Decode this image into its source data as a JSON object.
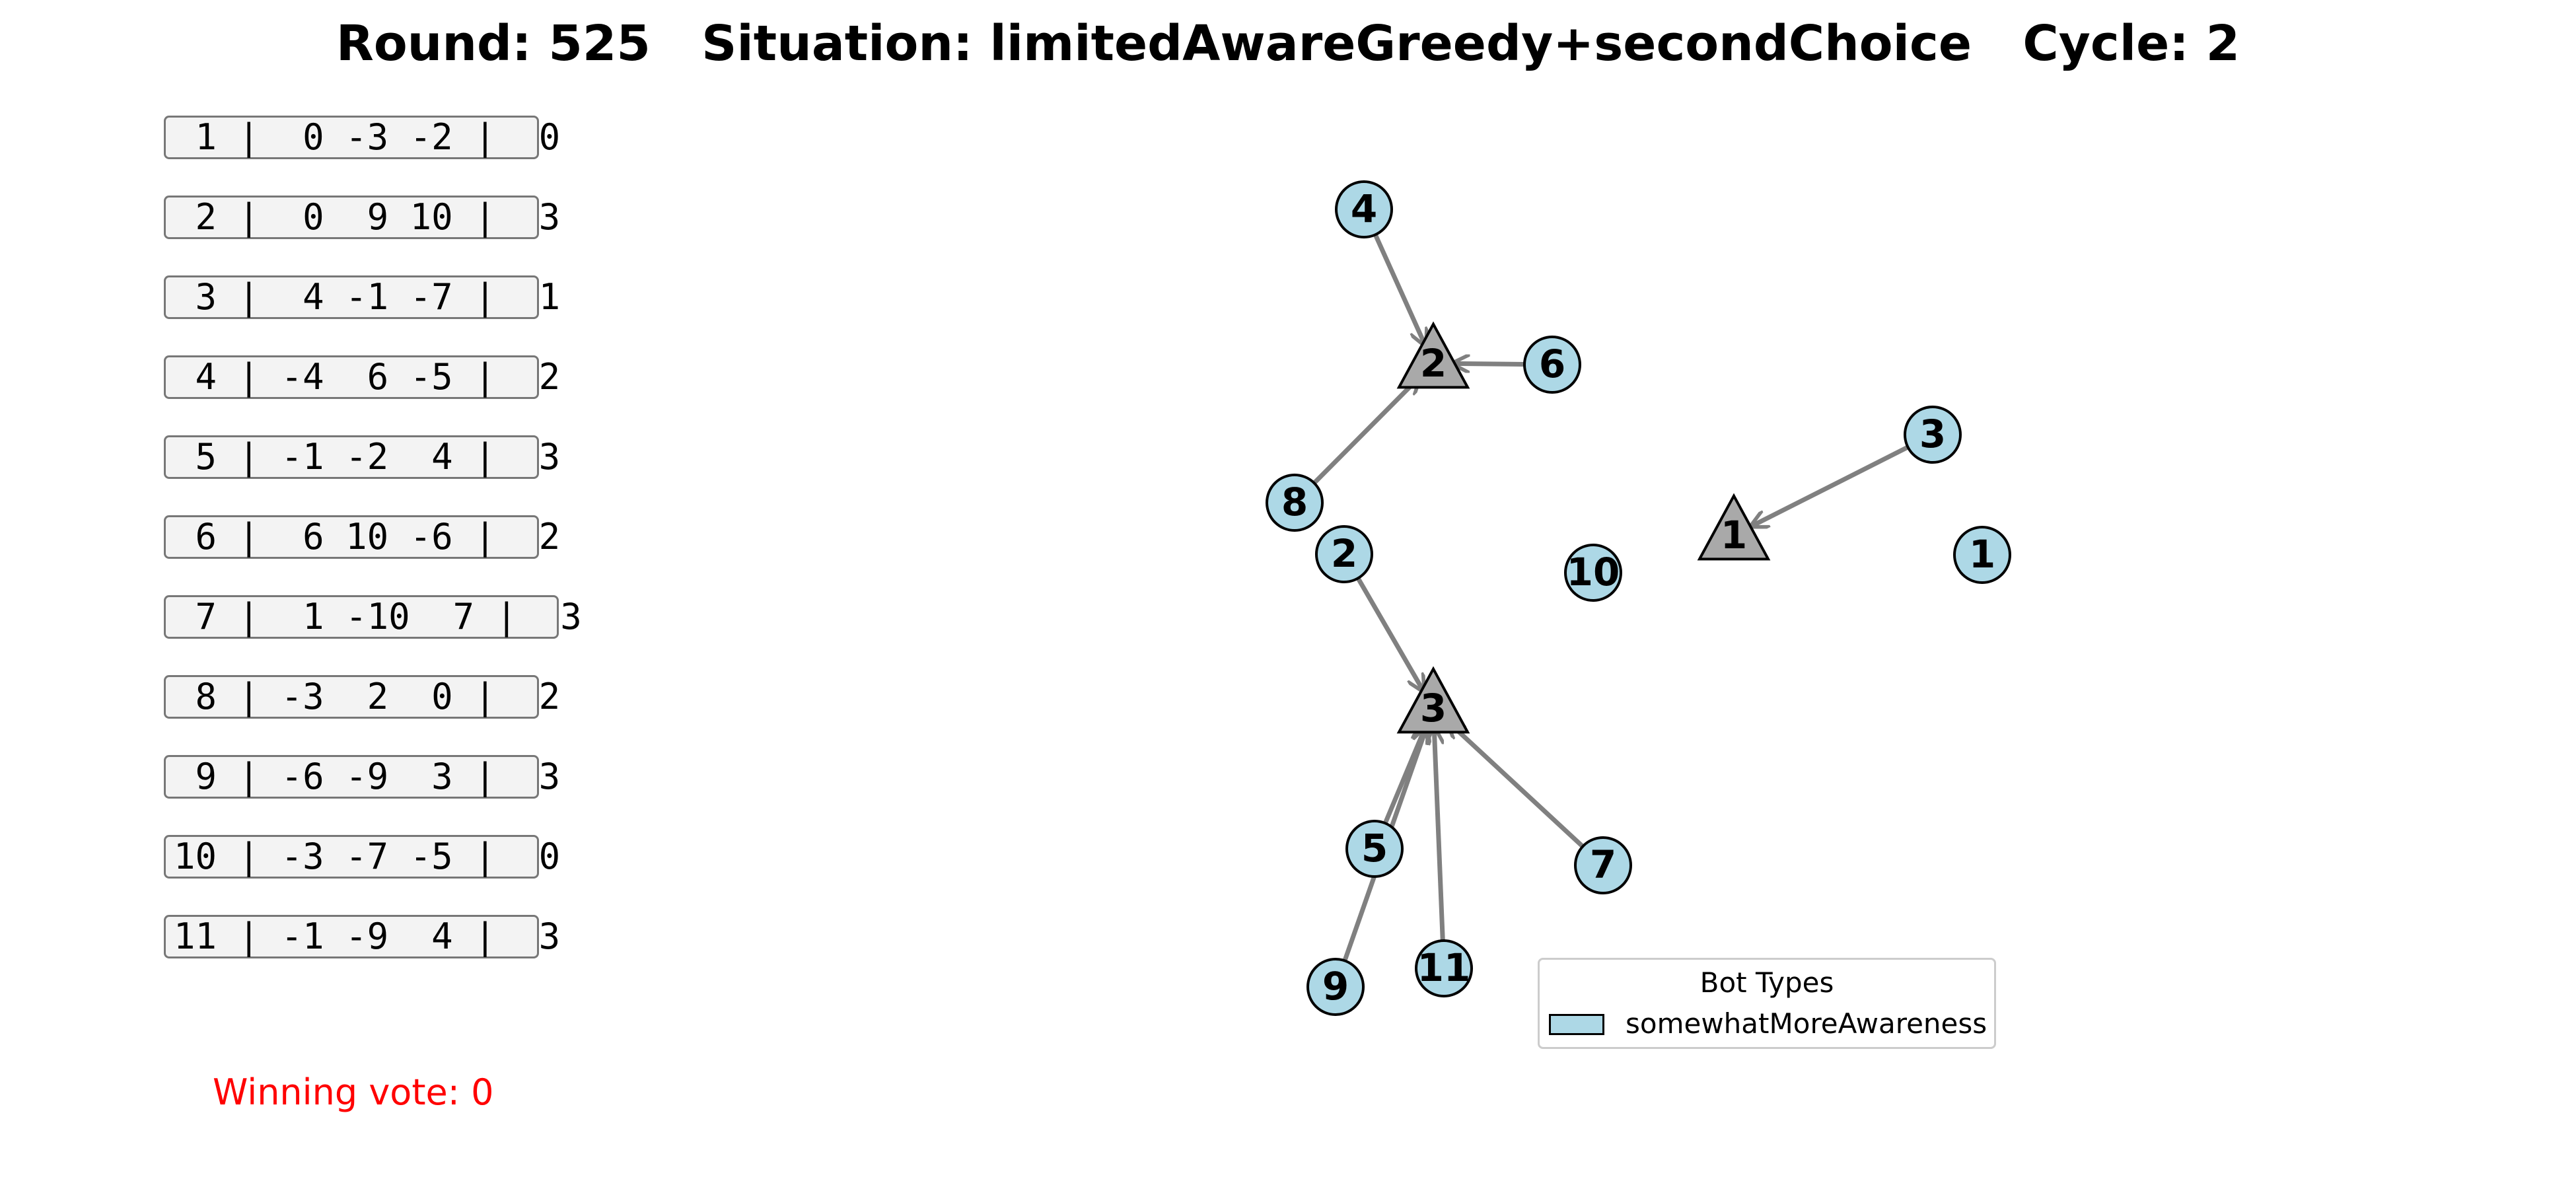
{
  "title": "Round: 525   Situation: limitedAwareGreedy+secondChoice   Cycle: 2",
  "bot_table": [
    " 1 |  0 -3 -2 |  0",
    " 2 |  0  9 10 |  3",
    " 3 |  4 -1 -7 |  1",
    " 4 | -4  6 -5 |  2",
    " 5 | -1 -2  4 |  3",
    " 6 |  6 10 -6 |  2",
    " 7 |  1 -10  7 |  3",
    " 8 | -3  2  0 |  2",
    " 9 | -6 -9  3 |  3",
    "10 | -3 -7 -5 |  0",
    "11 | -1 -9  4 |  3"
  ],
  "winning_vote": "Winning vote: 0",
  "colors": {
    "bot_fill": "#add8e6",
    "candidate_fill": "#a9a9a9",
    "edge": "#808080",
    "winning_text": "#ff0000"
  },
  "candidates": [
    {
      "label": "1"
    },
    {
      "label": "2"
    },
    {
      "label": "3"
    }
  ],
  "bots": [
    {
      "label": "1",
      "target": null
    },
    {
      "label": "2",
      "target": "3"
    },
    {
      "label": "3",
      "target": "1"
    },
    {
      "label": "4",
      "target": "2"
    },
    {
      "label": "5",
      "target": "3"
    },
    {
      "label": "6",
      "target": "2"
    },
    {
      "label": "7",
      "target": "3"
    },
    {
      "label": "8",
      "target": "2"
    },
    {
      "label": "9",
      "target": "3"
    },
    {
      "label": "10",
      "target": null
    },
    {
      "label": "11",
      "target": "3"
    }
  ],
  "legend": {
    "title": "Bot Types",
    "entries": [
      {
        "label": "somewhatMoreAwareness",
        "color": "#add8e6"
      }
    ]
  }
}
